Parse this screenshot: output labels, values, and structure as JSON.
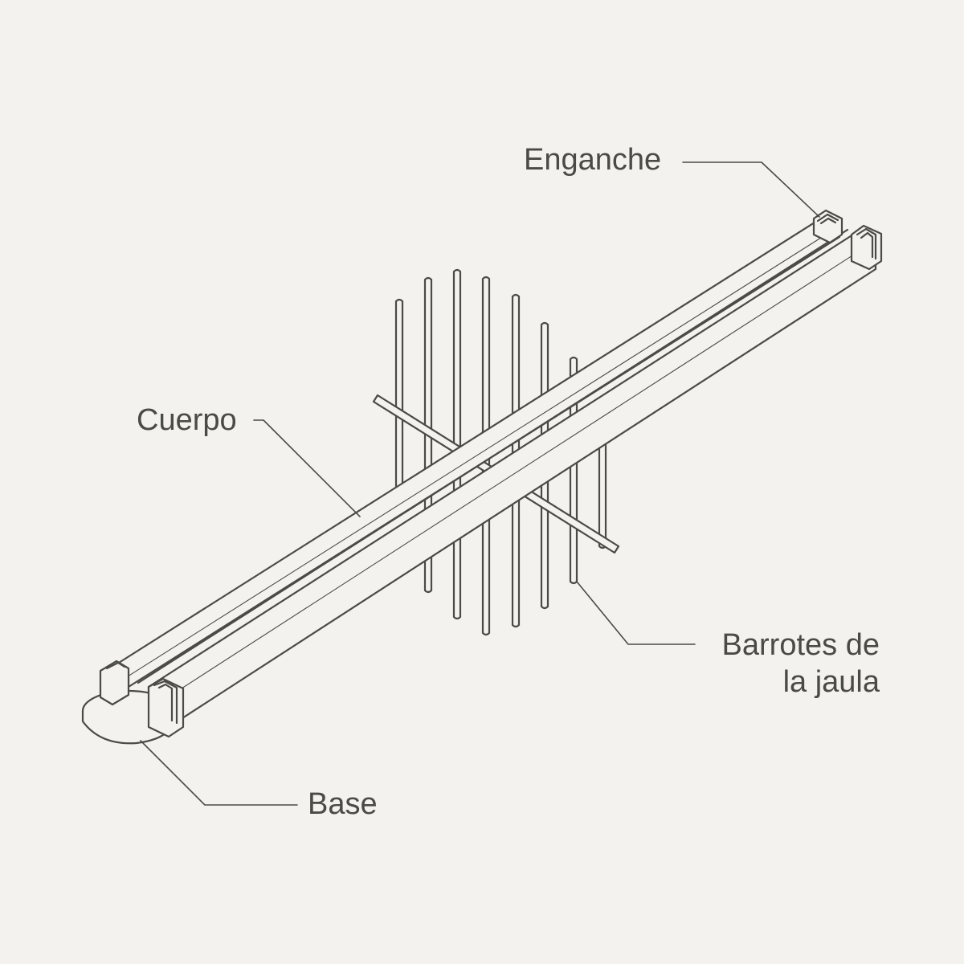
{
  "labels": {
    "enganche": "Enganche",
    "cuerpo": "Cuerpo",
    "barrotes_line1": "Barrotes de",
    "barrotes_line2": "la jaula",
    "base": "Base"
  },
  "colors": {
    "background": "#f3f2ee",
    "stroke": "#4a4a47",
    "fill": "#f3f2ee"
  }
}
